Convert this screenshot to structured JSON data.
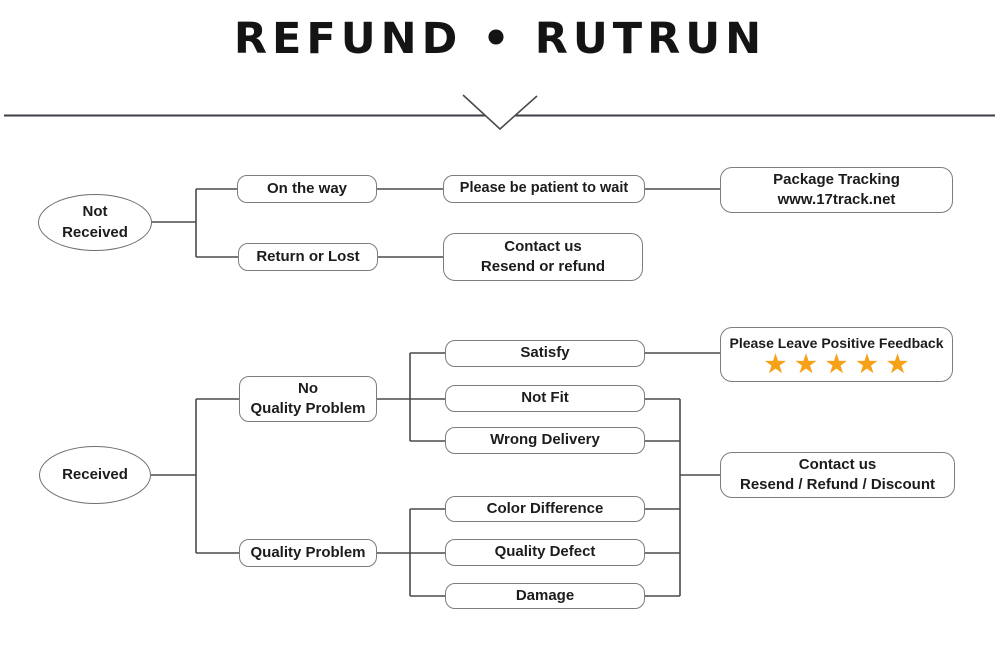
{
  "title": "REFUND • RUTRUN",
  "colors": {
    "connector_line": "#4a4a4a",
    "box_border": "#7d7d7d",
    "text": "#1c1c1c",
    "star": "#F6A118"
  },
  "nodes": {
    "not_received": "Not\nReceived",
    "received": "Received",
    "on_the_way": "On the way",
    "return_or_lost": "Return or Lost",
    "please_be_patient": "Please be patient to wait",
    "package_tracking": "Package Tracking\nwww.17track.net",
    "contact_resend_refund": "Contact us\nResend or refund",
    "no_quality_problem": "No\nQuality Problem",
    "quality_problem": "Quality Problem",
    "satisfy": "Satisfy",
    "not_fit": "Not Fit",
    "wrong_delivery": "Wrong Delivery",
    "color_difference": "Color Difference",
    "quality_defect": "Quality Defect",
    "damage": "Damage",
    "positive_feedback": "Please Leave Positive Feedback",
    "contact_resend_refund_discount": "Contact us\nResend / Refund / Discount"
  },
  "rating": {
    "count": 5,
    "stars_text": "★★★★★",
    "color": "#F6A118"
  }
}
